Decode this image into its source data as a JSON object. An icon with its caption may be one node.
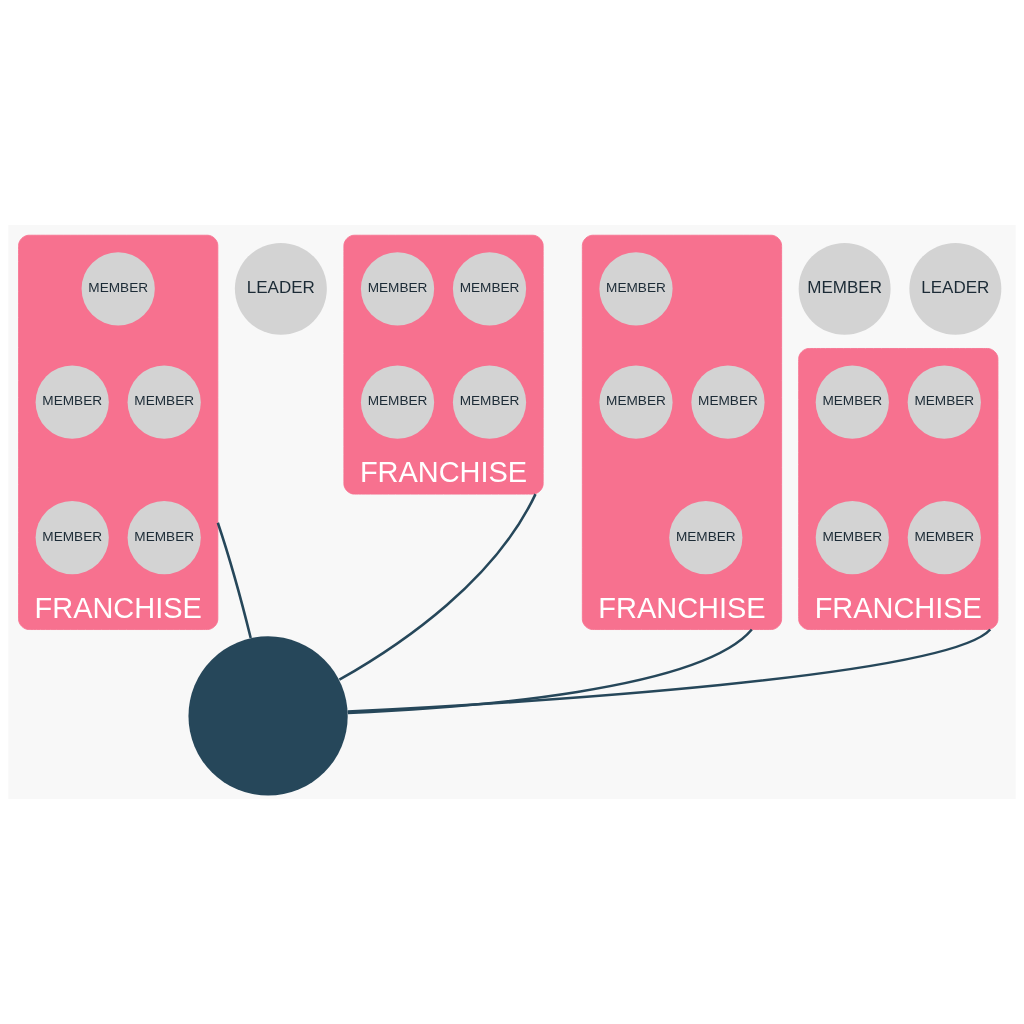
{
  "diagram": {
    "nodes": [
      {
        "text": [
          "FRANCHISE"
        ]
      },
      {
        "text": [
          "LEADER"
        ]
      },
      {
        "text": [
          "MEMBER"
        ],
        "in": 0
      },
      {
        "text": [
          "MEMBER"
        ],
        "in": 0
      },
      {
        "text": [
          "MEMBER"
        ],
        "in": 0
      },
      {
        "text": [
          "MEMBER"
        ],
        "in": 0
      },
      {
        "text": [
          "FRANCHISE"
        ]
      },
      {
        "text": [
          "LEADER"
        ]
      },
      {
        "text": [
          "MEMBER"
        ],
        "in": 6
      },
      {
        "text": [
          "MEMBER"
        ],
        "in": 6
      },
      {
        "text": [
          "MEMBER"
        ],
        "in": 6
      },
      {
        "text": [
          "MEMBER"
        ],
        "in": 6
      },
      {
        "text": [
          "MEMBER"
        ],
        "in": 6
      },
      {
        "text": [],
        "shape": "circle"
      },
      {
        "text": [
          "FRANCHISE"
        ]
      },
      {
        "text": [
          "MEMBER"
        ],
        "in": 14
      },
      {
        "text": [
          "MEMBER"
        ],
        "in": 14
      },
      {
        "text": [
          "MEMBER"
        ],
        "in": 14
      },
      {
        "text": [
          "MEMBER"
        ],
        "in": 14
      },
      {
        "text": [
          "FRANCHISE"
        ]
      },
      {
        "text": [
          "MEMBER"
        ]
      },
      {
        "text": [
          "MEMBER"
        ],
        "in": 19
      },
      {
        "text": [
          "MEMBER"
        ],
        "in": 19
      },
      {
        "text": [
          "MEMBER"
        ],
        "in": 19
      },
      {
        "text": [
          "MEMBER"
        ],
        "in": 19
      }
    ],
    "edges": [
      {
        "from": 13,
        "to": 0,
        "arrow": "none"
      },
      {
        "from": 13,
        "to": 6,
        "arrow": "none"
      },
      {
        "from": 13,
        "to": 14,
        "arrow": "none"
      },
      {
        "from": 13,
        "to": 19,
        "arrow": "none"
      }
    ]
  }
}
